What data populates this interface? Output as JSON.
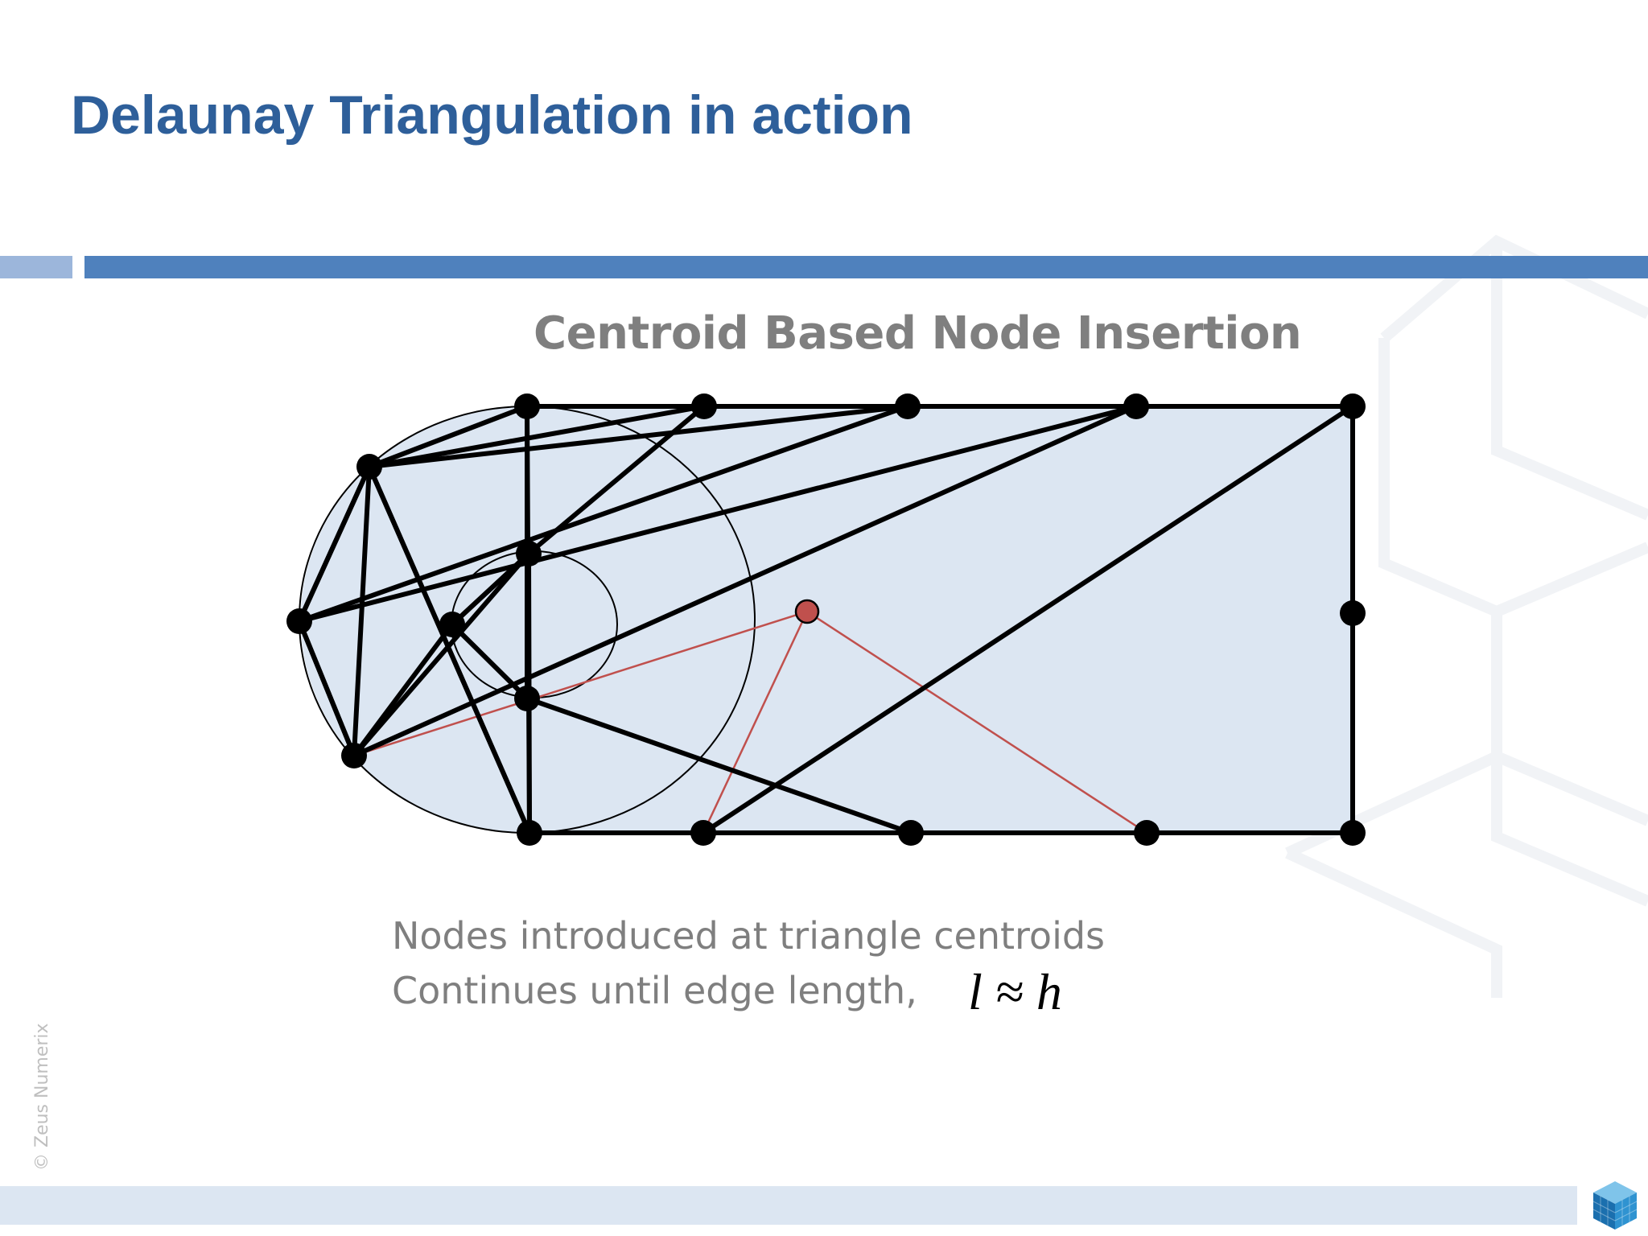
{
  "slide": {
    "title": "Delaunay Triangulation in action",
    "subtitle": "Centroid Based  Node Insertion",
    "caption_line1": "Nodes introduced at triangle centroids",
    "caption_line2": "Continues until edge length,",
    "formula": "l ≈ h",
    "copyright": "© Zeus Numerix"
  },
  "colors": {
    "title": "#2e5f9a",
    "accent_bar": "#4f81bd",
    "accent_bar_light": "#9cb6db",
    "mesh_fill": "#dce6f2",
    "inserted_node": "#c0504d",
    "footer_band": "#dce6f2"
  },
  "icons": {
    "logo": "cube-logo-icon"
  },
  "mesh": {
    "nodes": [
      {
        "id": "N1"
      },
      {
        "id": "N2"
      },
      {
        "id": "N3"
      },
      {
        "id": "N4"
      },
      {
        "id": "N5"
      },
      {
        "id": "N6"
      },
      {
        "id": "N7"
      },
      {
        "id": "N8"
      },
      {
        "id": "N9"
      },
      {
        "id": "N10"
      },
      {
        "id": "N11"
      },
      {
        "id": "N12"
      },
      {
        "id": "N13"
      },
      {
        "id": "N14"
      },
      {
        "id": "N15"
      },
      {
        "id": "N16"
      },
      {
        "id": "N17"
      }
    ],
    "inserted_node": {
      "id": "C",
      "connected_to": [
        "N8",
        "N10",
        "N14"
      ]
    },
    "edges": [
      [
        "N1",
        "N2"
      ],
      [
        "N2",
        "N3"
      ],
      [
        "N3",
        "N4"
      ],
      [
        "N4",
        "N5"
      ],
      [
        "N5",
        "N6"
      ],
      [
        "N6",
        "N7"
      ],
      [
        "N7",
        "N8"
      ],
      [
        "N8",
        "N9"
      ],
      [
        "N9",
        "N10"
      ],
      [
        "N11",
        "N10"
      ],
      [
        "N12",
        "N11"
      ],
      [
        "N13",
        "N12"
      ],
      [
        "N14",
        "N13"
      ],
      [
        "N15",
        "N14"
      ],
      [
        "N16",
        "N15"
      ],
      [
        "N17",
        "N16"
      ],
      [
        "N9",
        "N17"
      ],
      [
        "N17",
        "N1"
      ],
      [
        "N1",
        "N11"
      ],
      [
        "N11",
        "N15"
      ],
      [
        "N15",
        "N2"
      ],
      [
        "N11",
        "N12"
      ],
      [
        "N2",
        "N12"
      ],
      [
        "N1",
        "N12"
      ],
      [
        "N12",
        "N3"
      ],
      [
        "N12",
        "N13"
      ],
      [
        "N3",
        "N13"
      ],
      [
        "N13",
        "N4"
      ],
      [
        "N12",
        "N14"
      ],
      [
        "N13",
        "N14"
      ],
      [
        "N14",
        "N16"
      ],
      [
        "N15",
        "N16"
      ],
      [
        "N16",
        "N17"
      ],
      [
        "N4",
        "N14"
      ],
      [
        "N8",
        "N10"
      ],
      [
        "N7",
        "N10"
      ],
      [
        "N5",
        "N10"
      ]
    ],
    "circles": [
      {
        "name": "arc-circle"
      },
      {
        "name": "circumcircle"
      }
    ]
  }
}
